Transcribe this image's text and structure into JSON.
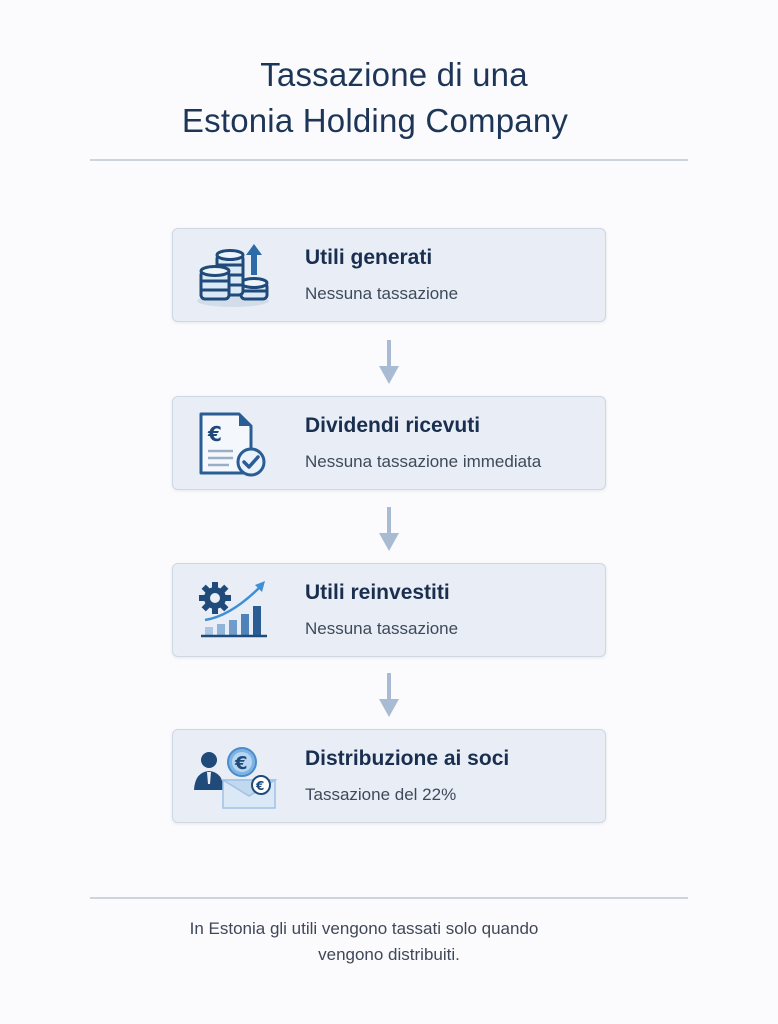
{
  "title": {
    "line1": "Tassazione di una",
    "line2": "Estonia Holding Company"
  },
  "colors": {
    "background": "#fbfbfd",
    "title": "#1d3658",
    "card_background": "#e9eef6",
    "card_border": "#cfd7e2",
    "icon_dark": "#1f4a7a",
    "icon_light": "#9ec3e6",
    "arrow": "#a9bbd3"
  },
  "steps": [
    {
      "heading": "Utili generati",
      "subtitle": "Nessuna tassazione",
      "icon": "coins-stack-up-arrow-icon"
    },
    {
      "heading": "Dividendi ricevuti",
      "subtitle": "Nessuna tassazione immediata",
      "icon": "euro-document-check-icon"
    },
    {
      "heading": "Utili reinvestiti",
      "subtitle": "Nessuna tassazione",
      "icon": "gear-growth-chart-icon"
    },
    {
      "heading": "Distribuzione ai soci",
      "subtitle": "Tassazione del 22%",
      "icon": "person-euro-envelope-icon"
    }
  ],
  "connectors": [
    "arrow-down-icon",
    "arrow-down-icon",
    "arrow-down-icon"
  ],
  "footnote": {
    "line1": "In Estonia gli utili vengono tassati solo quando",
    "line2": "vengono distribuiti."
  }
}
